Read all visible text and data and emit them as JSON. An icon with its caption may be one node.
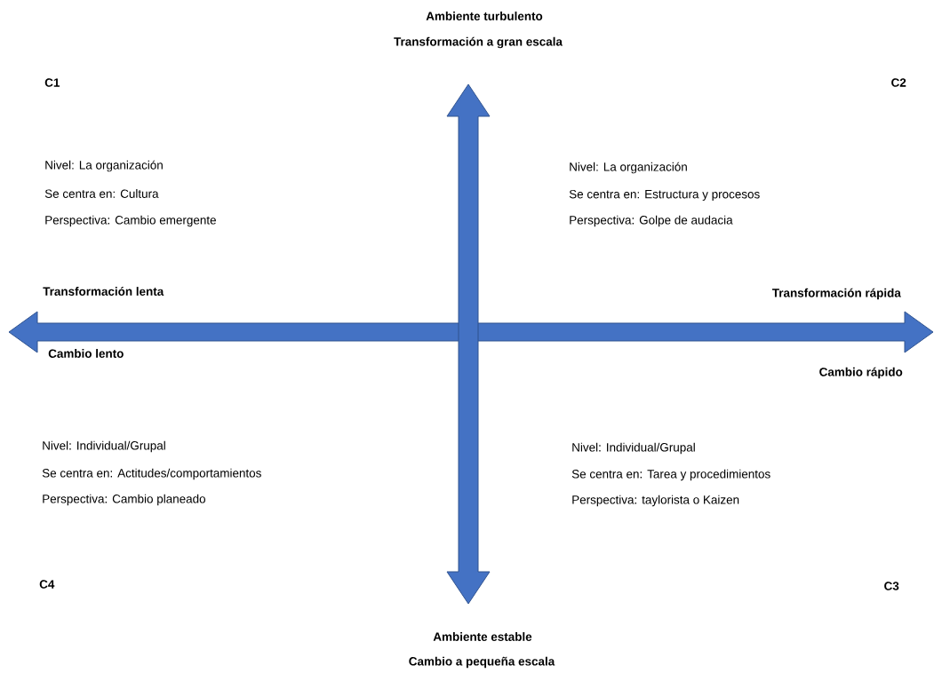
{
  "diagram": {
    "labels": [
      "Ambiente turbulento",
      "Transformación a gran escala",
      "C1",
      "C2",
      "Nivel: La organización",
      "Se centra en: Cultura",
      "Perspectiva: Cambio emergente",
      "Nivel: La organización",
      "Se centra en: Estructura y procesos",
      "Perspectiva: Golpe de audacia",
      "Transformación lenta",
      "Transformación rápida",
      "Cambio lento",
      "Cambio rápido",
      "Nivel: Individual/Grupal",
      "Se centra en: Actitudes/comportamientos",
      "Perspectiva: Cambio planeado",
      "Nivel: Individual/Grupal",
      "Se centra en: Tarea y procedimientos",
      "Perspectiva: taylorista o Kaizen",
      "C4",
      "C3",
      "Ambiente estable",
      "Cambio a pequeña escala"
    ]
  }
}
